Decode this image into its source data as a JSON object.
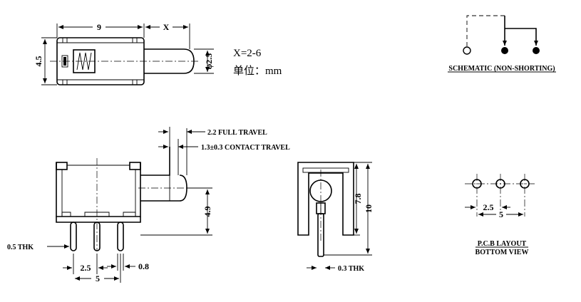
{
  "top_view": {
    "dim_length": "9",
    "dim_travel": "X",
    "dim_height": "4.5",
    "dim_shaft_dia": "φ2.5",
    "note_x": "X=2-6",
    "note_unit": "单位：mm"
  },
  "schematic": {
    "caption": "SCHEMATIC (NON-SHORTING)"
  },
  "side_view": {
    "full_travel": "2.2 FULL TRAVEL",
    "contact_travel": "1.3±0.3 CONTACT TRAVEL",
    "shaft_height": "4.9",
    "thickness": "0.5 THK",
    "pitch": "2.5",
    "span": "5",
    "pin_width": "0.8"
  },
  "end_view": {
    "dim_inner": "7.8",
    "dim_outer": "10",
    "thickness": "0.3 THK"
  },
  "pcb": {
    "pitch": "2.5",
    "span": "5",
    "caption_line1": "P.C.B LAYOUT",
    "caption_line2": "BOTTOM VIEW"
  }
}
